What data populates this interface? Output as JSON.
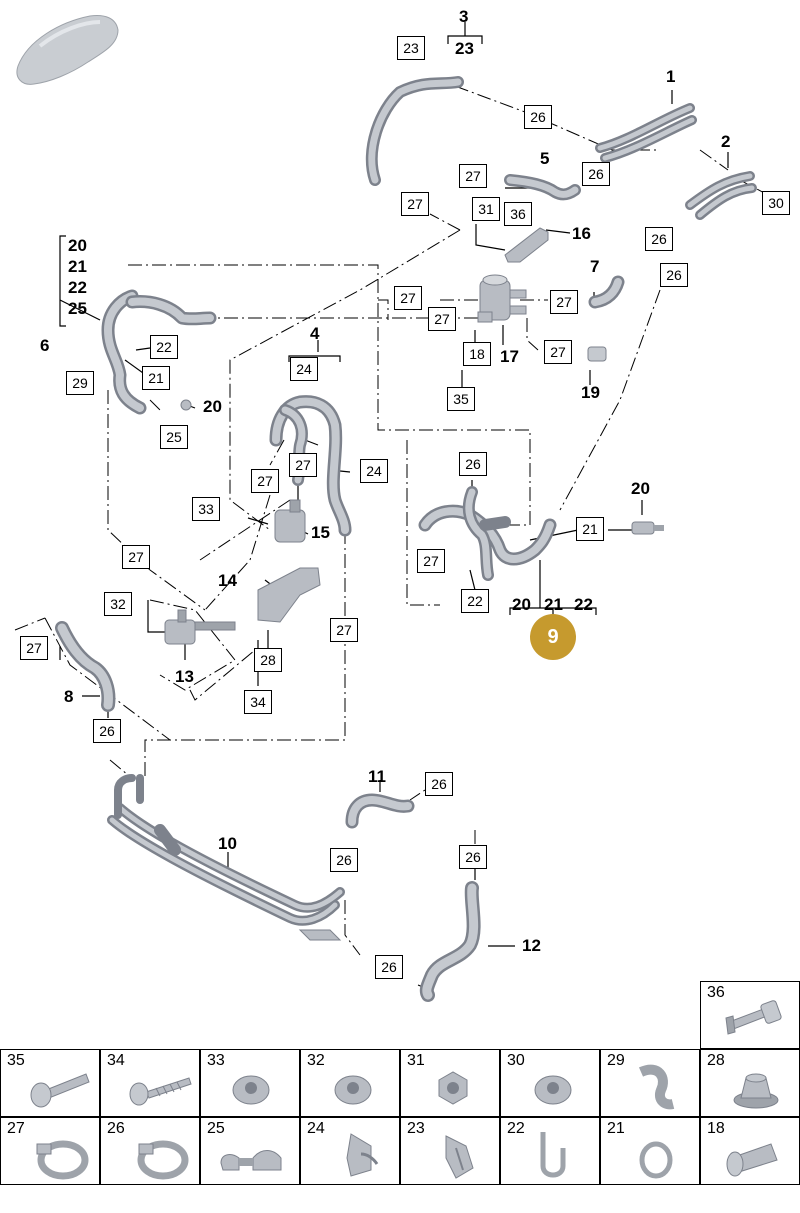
{
  "callouts": {
    "c3": "3",
    "c1": "1",
    "c2": "2",
    "c5": "5",
    "c16": "16",
    "c7": "7",
    "c6": "6",
    "c20a": "20",
    "c4": "4",
    "c15": "15",
    "c17": "17",
    "c19": "19",
    "c14": "14",
    "c13": "13",
    "c8": "8",
    "c20b": "20",
    "c10": "10",
    "c11": "11",
    "c12": "12",
    "group3": "23",
    "group6": [
      "20",
      "21",
      "22",
      "25"
    ],
    "group9": [
      "20",
      "21",
      "22"
    ]
  },
  "badge": "9",
  "boxes": {
    "b23": "23",
    "b26a": "26",
    "b27a": "27",
    "b26b": "26",
    "b30": "30",
    "b31": "31",
    "b36": "36",
    "b26c": "26",
    "b26d": "26",
    "b27b": "27",
    "b27c": "27",
    "b27d": "27",
    "b27e": "27",
    "b18": "18",
    "b35": "35",
    "b22a": "22",
    "b21a": "21",
    "b29": "29",
    "b25": "25",
    "b24a": "24",
    "b27f": "27",
    "b24b": "24",
    "b27g": "27",
    "b33": "33",
    "b26e": "26",
    "b27h": "27",
    "b21b": "21",
    "b22b": "22",
    "b27i": "27",
    "b32": "32",
    "b28": "28",
    "b34": "34",
    "b27j": "27",
    "b27k": "27",
    "b26f": "26",
    "b26g": "26",
    "b26h": "26",
    "b26i": "26",
    "b26j": "26"
  },
  "legend": [
    "36",
    "35",
    "34",
    "33",
    "32",
    "31",
    "30",
    "29",
    "28",
    "27",
    "26",
    "25",
    "24",
    "23",
    "22",
    "21",
    "18"
  ],
  "icons": {
    "car": "car-silhouette-icon",
    "hose": "coolant-hose-icon",
    "bolt": "bolt-icon",
    "screw": "screw-icon",
    "nut": "hex-nut-icon",
    "flange_nut": "flange-nut-icon",
    "clip": "hose-clip-icon",
    "grommet": "grommet-icon",
    "clamp": "hose-clamp-icon",
    "retainer": "retainer-clip-icon",
    "bracket": "mounting-bracket-icon",
    "valve": "coolant-valve-icon",
    "pump": "coolant-pump-icon",
    "sensor": "temperature-sensor-icon",
    "seal": "seal-ring-icon",
    "plug": "plug-icon"
  },
  "colors": {
    "badge": "#c69a2e",
    "part": "#a9adb5",
    "part_dark": "#7d828c",
    "line": "#000000"
  }
}
